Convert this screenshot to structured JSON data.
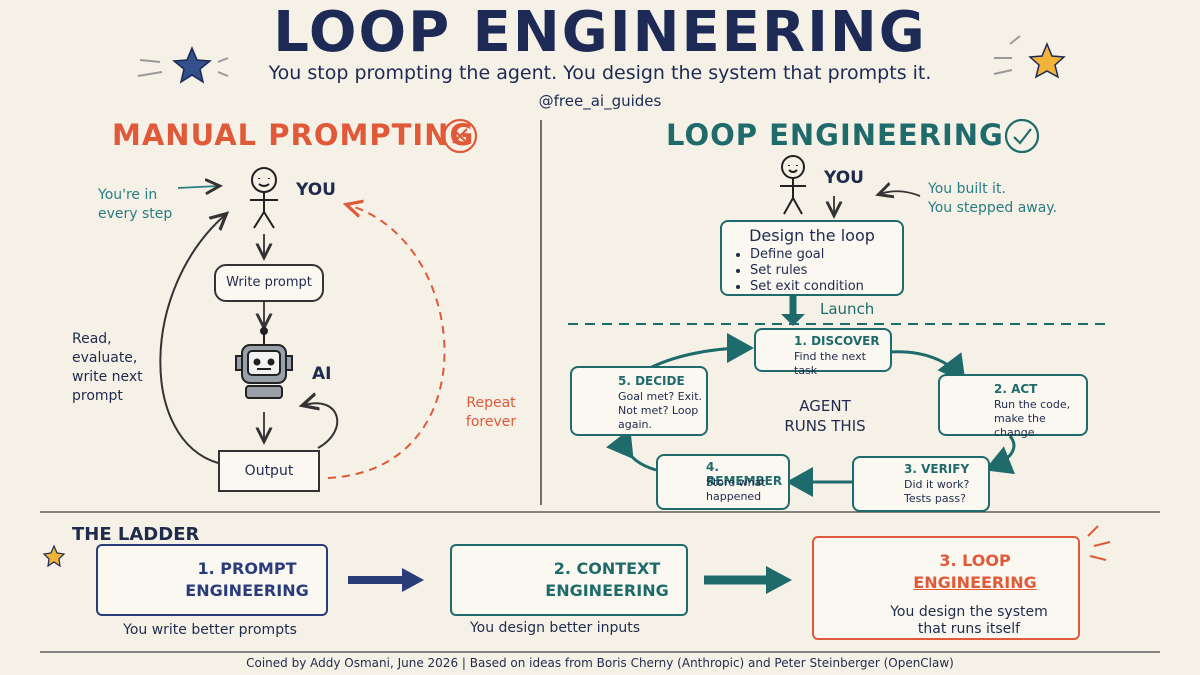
{
  "header": {
    "title": "LOOP ENGINEERING",
    "subtitle": "You stop prompting the agent. You design the system that prompts it.",
    "handle": "@free_ai_guides"
  },
  "manual": {
    "heading": "MANUAL PROMPTING",
    "you_label": "YOU",
    "note_every_step": [
      "You're in",
      "every step"
    ],
    "write_prompt": "Write prompt",
    "ai_label": "AI",
    "output": "Output",
    "read_note": [
      "Read,",
      "evaluate,",
      "write next",
      "prompt"
    ],
    "repeat_note": [
      "Repeat",
      "forever"
    ]
  },
  "loop": {
    "heading": "LOOP ENGINEERING",
    "you_label": "YOU",
    "built_note": [
      "You built it.",
      "You stepped away."
    ],
    "design_title": "Design the loop",
    "design_items": [
      "Define goal",
      "Set rules",
      "Set exit condition"
    ],
    "launch": "Launch",
    "center": [
      "AGENT",
      "RUNS THIS"
    ],
    "steps": [
      {
        "title": "1. DISCOVER",
        "desc": [
          "Find the next task"
        ],
        "icon": "magnifier-icon"
      },
      {
        "title": "2. ACT",
        "desc": [
          "Run the code,",
          "make the change"
        ],
        "icon": "gear-wrench-icon"
      },
      {
        "title": "3. VERIFY",
        "desc": [
          "Did it work?",
          "Tests pass?"
        ],
        "icon": "check-circle-icon"
      },
      {
        "title": "4. REMEMBER",
        "desc": [
          "Store what",
          "happened"
        ],
        "icon": "notebook-icon"
      },
      {
        "title": "5. DECIDE",
        "desc": [
          "Goal met? Exit.",
          "Not met? Loop",
          "again."
        ],
        "icon": "fork-arrow-icon"
      }
    ]
  },
  "ladder": {
    "heading": "THE LADDER",
    "rungs": [
      {
        "title": [
          "1. PROMPT",
          "ENGINEERING"
        ],
        "caption": [
          "You write better prompts"
        ],
        "icon": "chat-bubble-icon"
      },
      {
        "title": [
          "2. CONTEXT",
          "ENGINEERING"
        ],
        "caption": [
          "You design better inputs"
        ],
        "icon": "documents-icon"
      },
      {
        "title": [
          "3. LOOP",
          "ENGINEERING"
        ],
        "caption": [
          "You design the system",
          "that runs itself"
        ],
        "icon": "cycle-arrows-icon"
      }
    ]
  },
  "footer": "Coined by Addy Osmani, June 2026  |  Based on ideas from Boris Cherny (Anthropic) and Peter Steinberger (OpenClaw)",
  "colors": {
    "background": "#f6f1e6",
    "navy": "#1c2a55",
    "orange": "#e05a3a",
    "teal": "#1f6b6b",
    "star_yellow": "#f2b33a"
  }
}
